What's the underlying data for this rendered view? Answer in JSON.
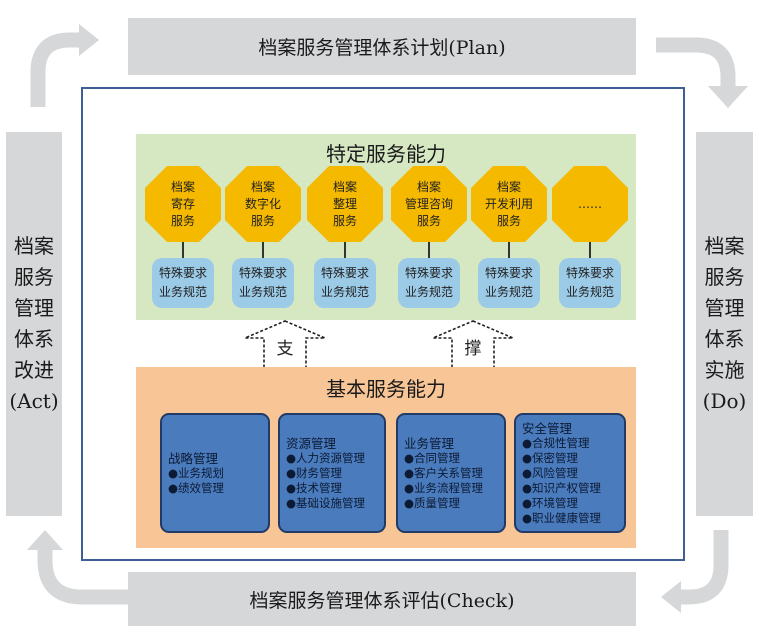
{
  "plan_label": "档案服务管理体系计划(Plan)",
  "do_label": [
    "档案",
    "服务",
    "管理",
    "体系",
    "实施",
    "(Do)"
  ],
  "check_label": "档案服务管理体系评估(Check)",
  "act_label": [
    "档案",
    "服务",
    "管理",
    "体系",
    "改进",
    "(Act)"
  ],
  "specific": {
    "title": "特定服务能力",
    "services": [
      {
        "lines": [
          "档案",
          "寄存",
          "服务"
        ],
        "spec": [
          "特殊要求",
          "业务规范"
        ]
      },
      {
        "lines": [
          "档案",
          "数字化",
          "服务"
        ],
        "spec": [
          "特殊要求",
          "业务规范"
        ]
      },
      {
        "lines": [
          "档案",
          "整理",
          "服务"
        ],
        "spec": [
          "特殊要求",
          "业务规范"
        ]
      },
      {
        "lines": [
          "档案",
          "管理咨询",
          "服务"
        ],
        "spec": [
          "特殊要求",
          "业务规范"
        ]
      },
      {
        "lines": [
          "档案",
          "开发利用",
          "服务"
        ],
        "spec": [
          "特殊要求",
          "业务规范"
        ]
      },
      {
        "lines": [
          "……"
        ],
        "spec": [
          "特殊要求",
          "业务规范"
        ]
      }
    ]
  },
  "support": [
    "支",
    "撑"
  ],
  "basic": {
    "title": "基本服务能力",
    "groups": [
      {
        "title": "战略管理",
        "items": [
          "●业务规划",
          "●绩效管理"
        ]
      },
      {
        "title": "资源管理",
        "items": [
          "●人力资源管理",
          "●财务管理",
          "●技术管理",
          "●基础设施管理"
        ]
      },
      {
        "title": "业务管理",
        "items": [
          "●合同管理",
          "●客户关系管理",
          "●业务流程管理",
          "●质量管理"
        ]
      },
      {
        "title": "安全管理",
        "items": [
          "●合规性管理",
          "●保密管理",
          "●风险管理",
          "●知识产权管理",
          "●环境管理",
          "●职业健康管理"
        ]
      }
    ]
  },
  "colors": {
    "pdca": "#d6d7d9",
    "frame": "#3d5f95",
    "specific_bg": "#d5e8c2",
    "basic_bg": "#f8c696",
    "octagon": "#f5b900",
    "spec_pill": "#9ccbe8",
    "group_box": "#4a7bbd"
  }
}
